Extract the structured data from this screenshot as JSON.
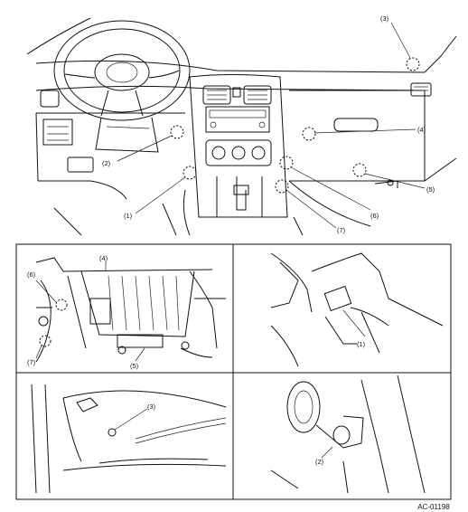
{
  "callouts": {
    "c1": "(1)",
    "c2": "(2)",
    "c3": "(3)",
    "c4": "(4)",
    "c5": "(5)",
    "c6": "(6)",
    "c7": "(7)"
  },
  "figure_code": "AC-01198"
}
